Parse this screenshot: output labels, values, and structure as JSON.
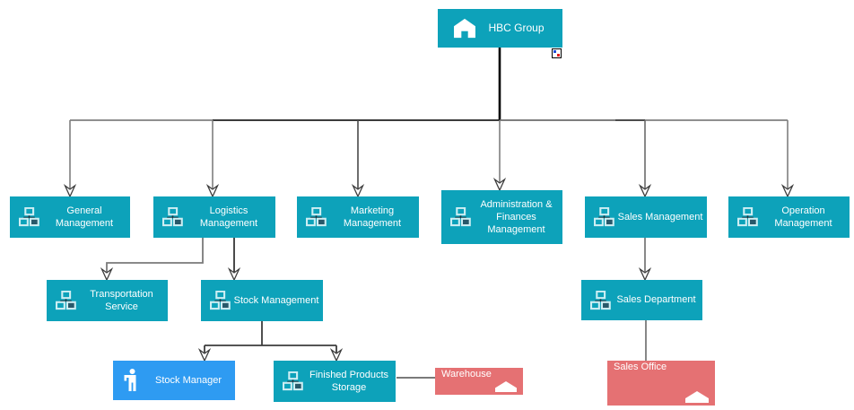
{
  "diagram_type": "organizational-chart",
  "colors": {
    "org_unit": "#0DA2BA",
    "person": "#2E9BF2",
    "location": "#E57173",
    "line_gray": "#7f7f7f",
    "line_dark": "#1c1c1c",
    "text": "#ffffff"
  },
  "nodes": {
    "hbc_group": {
      "label": "HBC Group",
      "type": "group",
      "icon": "house-icon"
    },
    "general_management": {
      "label": "General Management",
      "type": "org-unit",
      "icon": "org-unit-icon"
    },
    "logistics_management": {
      "label": "Logistics Management",
      "type": "org-unit",
      "icon": "org-unit-icon"
    },
    "marketing_management": {
      "label": "Marketing Management",
      "type": "org-unit",
      "icon": "org-unit-icon"
    },
    "administration_finances_management": {
      "label": "Administration & Finances Management",
      "type": "org-unit",
      "icon": "org-unit-icon"
    },
    "sales_management": {
      "label": "Sales Management",
      "type": "org-unit",
      "icon": "org-unit-icon"
    },
    "operation_management": {
      "label": "Operation Management",
      "type": "org-unit",
      "icon": "org-unit-icon"
    },
    "transportation_service": {
      "label": "Transportation Service",
      "type": "org-unit",
      "icon": "org-unit-icon"
    },
    "stock_management": {
      "label": "Stock Management",
      "type": "org-unit",
      "icon": "org-unit-icon"
    },
    "sales_department": {
      "label": "Sales Department",
      "type": "org-unit",
      "icon": "org-unit-icon"
    },
    "stock_manager": {
      "label": "Stock Manager",
      "type": "person",
      "icon": "person-icon"
    },
    "finished_products_storage": {
      "label": "Finished Products Storage",
      "type": "org-unit",
      "icon": "org-unit-icon"
    },
    "warehouse": {
      "label": "Warehouse",
      "type": "location",
      "icon": "roof-icon"
    },
    "sales_office": {
      "label": "Sales Office",
      "type": "location",
      "icon": "roof-icon"
    }
  },
  "edges": [
    {
      "from": "HBC Group",
      "to": "General Management"
    },
    {
      "from": "HBC Group",
      "to": "Logistics Management"
    },
    {
      "from": "HBC Group",
      "to": "Marketing Management"
    },
    {
      "from": "HBC Group",
      "to": "Administration & Finances Management"
    },
    {
      "from": "HBC Group",
      "to": "Sales Management"
    },
    {
      "from": "HBC Group",
      "to": "Operation Management"
    },
    {
      "from": "Logistics Management",
      "to": "Transportation Service"
    },
    {
      "from": "Logistics Management",
      "to": "Stock Management"
    },
    {
      "from": "Stock Management",
      "to": "Stock Manager"
    },
    {
      "from": "Stock Management",
      "to": "Finished Products Storage"
    },
    {
      "from": "Finished Products Storage",
      "to": "Warehouse"
    },
    {
      "from": "Sales Management",
      "to": "Sales Department"
    },
    {
      "from": "Sales Department",
      "to": "Sales Office"
    }
  ]
}
